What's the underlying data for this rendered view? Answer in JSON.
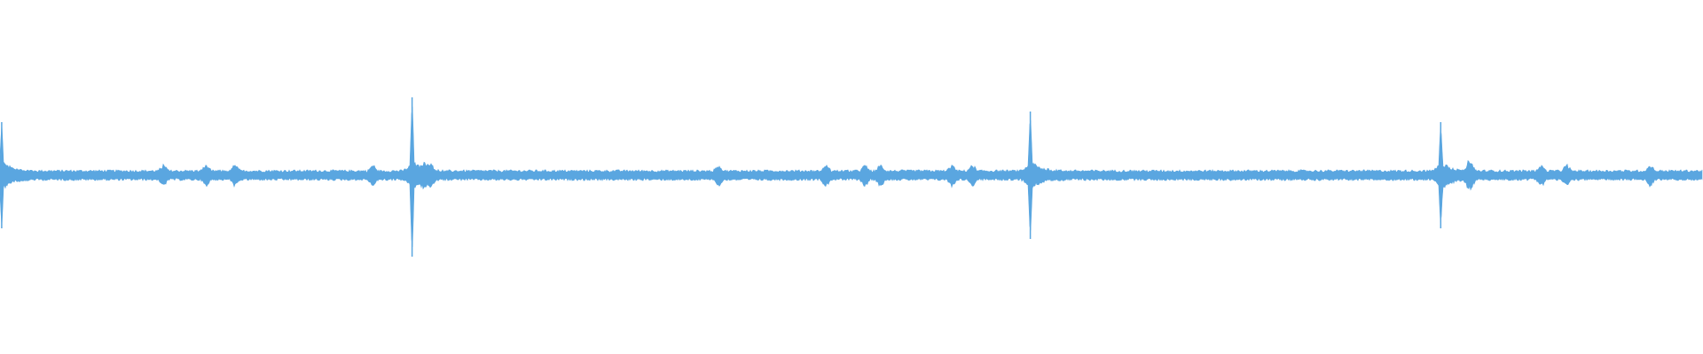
{
  "waveform": {
    "color": "#5aa6e0",
    "baseline_amplitude": 0.028,
    "transients": [
      {
        "position": 0.001,
        "peak_up": 0.3,
        "peak_down": 0.3
      },
      {
        "position": 0.242,
        "peak_up": 0.44,
        "peak_down": 0.46
      },
      {
        "position": 0.605,
        "peak_up": 0.36,
        "peak_down": 0.36
      },
      {
        "position": 0.846,
        "peak_up": 0.3,
        "peak_down": 0.3
      }
    ],
    "minor_bursts": [
      0.096,
      0.121,
      0.138,
      0.219,
      0.249,
      0.253,
      0.422,
      0.485,
      0.508,
      0.517,
      0.559,
      0.571,
      0.862,
      0.864,
      0.905,
      0.92,
      0.969
    ]
  }
}
